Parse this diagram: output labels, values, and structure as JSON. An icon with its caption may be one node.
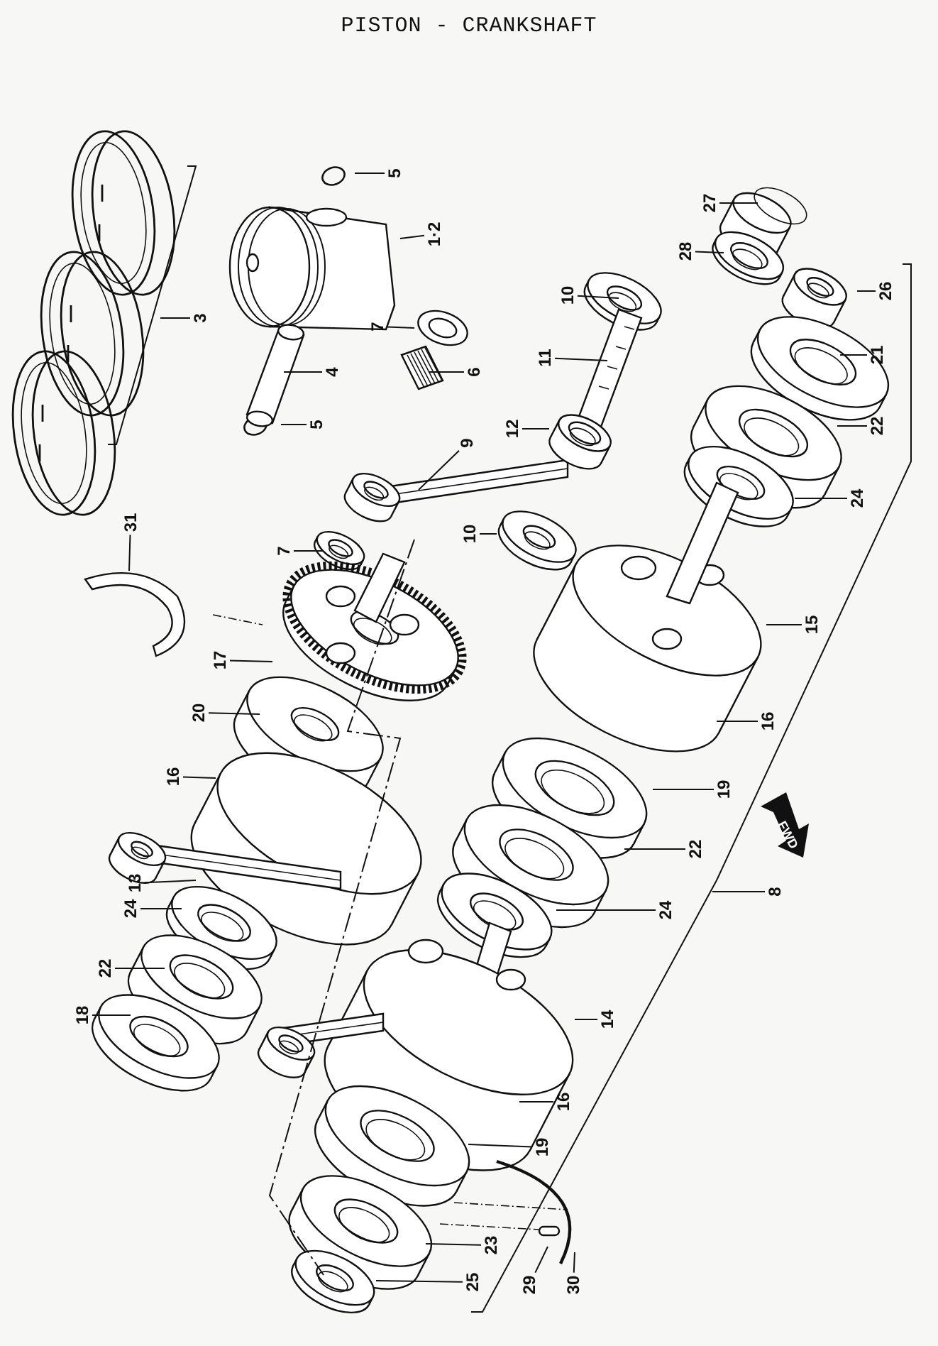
{
  "diagram": {
    "title": "PISTON - CRANKSHAFT",
    "nodes": [
      {
        "text": [
          "5"
        ]
      },
      {
        "text": [
          "1·2"
        ]
      },
      {
        "text": [
          "27"
        ]
      },
      {
        "text": [
          "28"
        ]
      },
      {
        "text": [
          "10"
        ]
      },
      {
        "text": [
          "26"
        ]
      },
      {
        "text": [
          "3"
        ]
      },
      {
        "text": [
          "7"
        ]
      },
      {
        "text": [
          "21"
        ]
      },
      {
        "text": [
          "11"
        ]
      },
      {
        "text": [
          "4"
        ]
      },
      {
        "text": [
          "6"
        ]
      },
      {
        "text": [
          "5"
        ]
      },
      {
        "text": [
          "12"
        ]
      },
      {
        "text": [
          "22"
        ]
      },
      {
        "text": [
          "9"
        ]
      },
      {
        "text": [
          "24"
        ]
      },
      {
        "text": [
          "31"
        ]
      },
      {
        "text": [
          "10"
        ]
      },
      {
        "text": [
          "7"
        ]
      },
      {
        "text": [
          "15"
        ]
      },
      {
        "text": [
          "17"
        ]
      },
      {
        "text": [
          "20"
        ]
      },
      {
        "text": [
          "16"
        ]
      },
      {
        "text": [
          "16"
        ]
      },
      {
        "text": [
          "19"
        ]
      },
      {
        "text": [
          "22"
        ]
      },
      {
        "text": [
          "8"
        ]
      },
      {
        "text": [
          "13"
        ]
      },
      {
        "text": [
          "24"
        ]
      },
      {
        "text": [
          "24"
        ]
      },
      {
        "text": [
          "22"
        ]
      },
      {
        "text": [
          "18"
        ]
      },
      {
        "text": [
          "14"
        ]
      },
      {
        "text": [
          "16"
        ]
      },
      {
        "text": [
          "19"
        ]
      },
      {
        "text": [
          "23"
        ]
      },
      {
        "text": [
          "25"
        ]
      },
      {
        "text": [
          "29"
        ]
      },
      {
        "text": [
          "30"
        ]
      }
    ],
    "edges": [
      {
        "from": 0,
        "to": null,
        "arrow": "none"
      },
      {
        "from": 1,
        "to": null,
        "arrow": "none"
      },
      {
        "from": 2,
        "to": null,
        "arrow": "none"
      },
      {
        "from": 3,
        "to": null,
        "arrow": "none"
      },
      {
        "from": 4,
        "to": null,
        "arrow": "none"
      },
      {
        "from": 5,
        "to": null,
        "arrow": "none"
      },
      {
        "from": 6,
        "to": null,
        "arrow": "none"
      },
      {
        "from": 7,
        "to": null,
        "arrow": "none"
      },
      {
        "from": 8,
        "to": null,
        "arrow": "none"
      },
      {
        "from": 9,
        "to": null,
        "arrow": "none"
      },
      {
        "from": 10,
        "to": null,
        "arrow": "none"
      },
      {
        "from": 11,
        "to": null,
        "arrow": "none"
      },
      {
        "from": 12,
        "to": null,
        "arrow": "none"
      },
      {
        "from": 13,
        "to": null,
        "arrow": "none"
      },
      {
        "from": 14,
        "to": null,
        "arrow": "none"
      },
      {
        "from": 15,
        "to": null,
        "arrow": "none"
      },
      {
        "from": 16,
        "to": null,
        "arrow": "none"
      },
      {
        "from": 17,
        "to": null,
        "arrow": "none"
      },
      {
        "from": 18,
        "to": null,
        "arrow": "none"
      },
      {
        "from": 19,
        "to": null,
        "arrow": "none"
      },
      {
        "from": 20,
        "to": null,
        "arrow": "none"
      },
      {
        "from": 21,
        "to": null,
        "arrow": "none"
      },
      {
        "from": 22,
        "to": null,
        "arrow": "none"
      },
      {
        "from": 23,
        "to": null,
        "arrow": "none"
      },
      {
        "from": 24,
        "to": null,
        "arrow": "none"
      },
      {
        "from": 25,
        "to": null,
        "arrow": "none"
      },
      {
        "from": 26,
        "to": null,
        "arrow": "none"
      },
      {
        "from": 27,
        "to": null,
        "arrow": "none"
      },
      {
        "from": 28,
        "to": null,
        "arrow": "none"
      },
      {
        "from": 29,
        "to": null,
        "arrow": "none"
      },
      {
        "from": 30,
        "to": null,
        "arrow": "none"
      },
      {
        "from": 31,
        "to": null,
        "arrow": "none"
      },
      {
        "from": 32,
        "to": null,
        "arrow": "none"
      },
      {
        "from": 33,
        "to": null,
        "arrow": "none"
      },
      {
        "from": 34,
        "to": null,
        "arrow": "none"
      },
      {
        "from": 35,
        "to": null,
        "arrow": "none"
      },
      {
        "from": 36,
        "to": null,
        "arrow": "none"
      },
      {
        "from": 37,
        "to": null,
        "arrow": "none"
      },
      {
        "from": 38,
        "to": null,
        "arrow": "none"
      },
      {
        "from": 39,
        "to": null,
        "arrow": "none"
      }
    ],
    "labels": [
      "FWD"
    ]
  }
}
